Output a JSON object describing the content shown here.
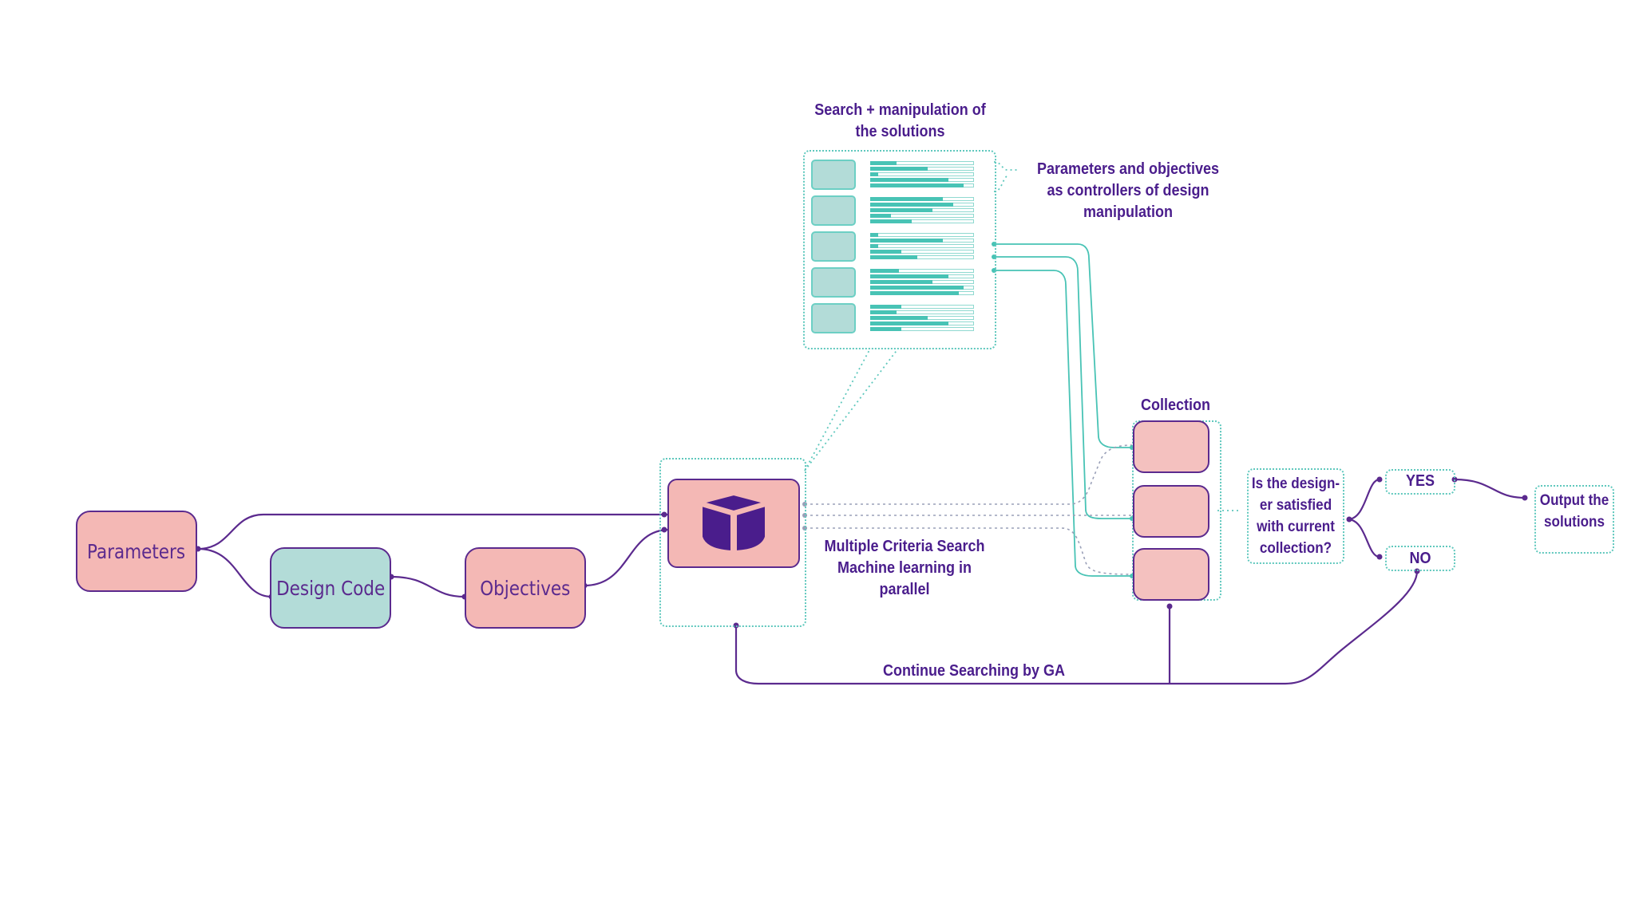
{
  "nodes": {
    "parameters": "Parameters",
    "design_code": "Design Code",
    "objectives": "Objectives"
  },
  "labels": {
    "search_manipulation": "Search + manipulation of the solutions",
    "params_objectives_controllers": "Parameters and objectives as controllers of design manipulation",
    "collection": "Collection",
    "multi_criteria": "Multiple Criteria Search Machine learning in parallel",
    "designer_question": "Is the design-er satisfied with current collection?",
    "yes": "YES",
    "no": "NO",
    "output": "Output the solutions",
    "continue_search": "Continue Searching by GA"
  },
  "icons": {
    "engine": "cube-icon"
  },
  "colors": {
    "purple": "#5b2a8e",
    "teal": "#48c3b5",
    "pink": "#f4b8b5",
    "light_teal": "#b3dcd8"
  },
  "solution_rows": [
    [
      0.25,
      0.55,
      0.08,
      0.75,
      0.9
    ],
    [
      0.7,
      0.8,
      0.6,
      0.2,
      0.4
    ],
    [
      0.08,
      0.7,
      0.08,
      0.3,
      0.45
    ],
    [
      0.28,
      0.75,
      0.6,
      0.9,
      0.85
    ],
    [
      0.3,
      0.25,
      0.55,
      0.75,
      0.3
    ]
  ]
}
